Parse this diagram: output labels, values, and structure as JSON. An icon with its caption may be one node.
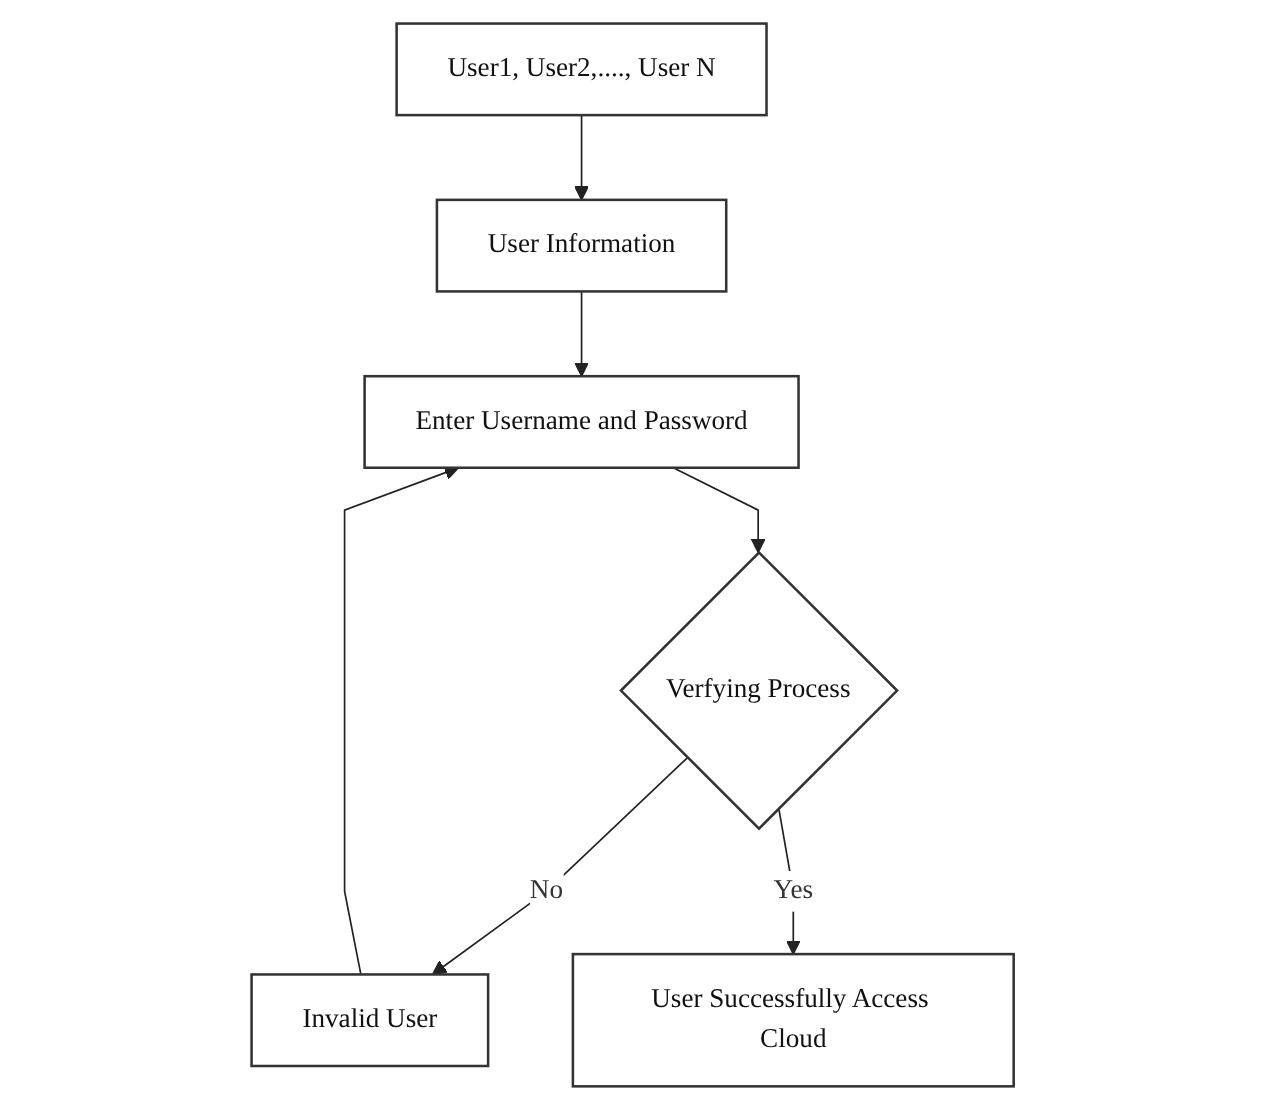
{
  "diagram": {
    "nodes": [
      {
        "text": [
          "User1, User2,...., User N"
        ]
      },
      {
        "text": [
          "User Information"
        ]
      },
      {
        "text": [
          "Enter Username and Password"
        ]
      },
      {
        "text": [
          "Verfying Process"
        ]
      },
      {
        "text": [
          "Invalid User"
        ]
      },
      {
        "text": [
          "User Successfully Access Cloud"
        ]
      }
    ],
    "edges": [
      {
        "from": 0,
        "to": 1,
        "arrow": "to"
      },
      {
        "from": 1,
        "to": 2,
        "arrow": "to"
      },
      {
        "from": 2,
        "to": 3,
        "arrow": "to"
      },
      {
        "from": 3,
        "to": 4,
        "label": "No",
        "arrow": "to"
      },
      {
        "from": 4,
        "to": 2,
        "arrow": "to"
      },
      {
        "from": 3,
        "to": 5,
        "label": "Yes",
        "arrow": "to"
      }
    ]
  }
}
